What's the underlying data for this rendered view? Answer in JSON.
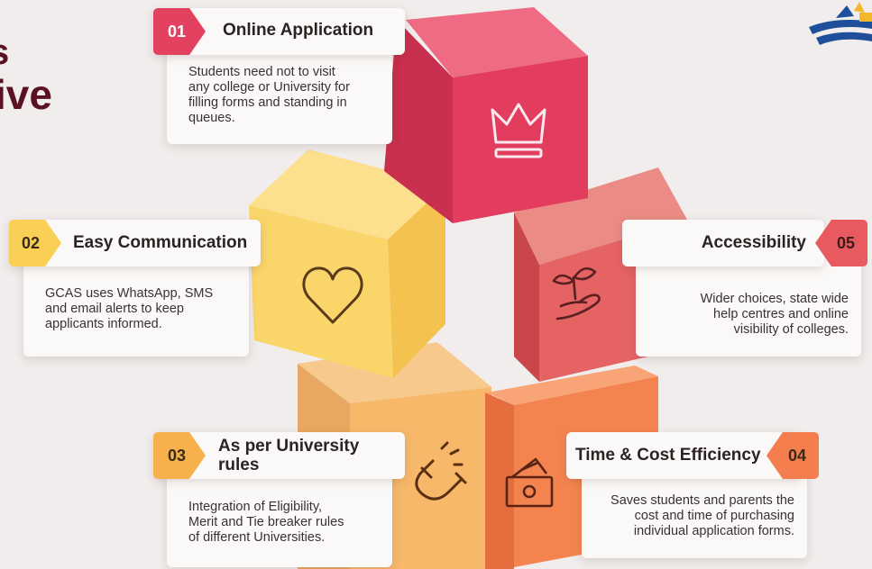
{
  "title_fragment": {
    "line1": "s",
    "line2": "ive"
  },
  "colors": {
    "background": "#f1edec",
    "title": "#5a1222",
    "item1": "#e2415f",
    "item2": "#f9cf55",
    "item3": "#f6b04c",
    "item4": "#f47e4e",
    "item5": "#e85a60"
  },
  "items": [
    {
      "number": "01",
      "title": "Online Application",
      "description": "Students need not to visit\nany college or University for\nfilling forms and standing in\nqueues.",
      "icon": "crown-icon"
    },
    {
      "number": "02",
      "title": "Easy Communication",
      "description": "GCAS uses WhatsApp, SMS\nand email alerts to keep\napplicants informed.",
      "icon": "heart-icon"
    },
    {
      "number": "03",
      "title": "As per University\nrules",
      "description": "Integration of Eligibility,\nMerit and Tie breaker rules\nof different Universities.",
      "icon": "magnet-icon"
    },
    {
      "number": "04",
      "title": "Time & Cost Efficiency",
      "description": "Saves students and parents the\ncost and time of purchasing\nindividual application forms.",
      "icon": "money-icon"
    },
    {
      "number": "05",
      "title": "Accessibility",
      "description": "Wider choices, state wide\nhelp centres and online\nvisibility of colleges.",
      "icon": "plant-hand-icon"
    }
  ]
}
